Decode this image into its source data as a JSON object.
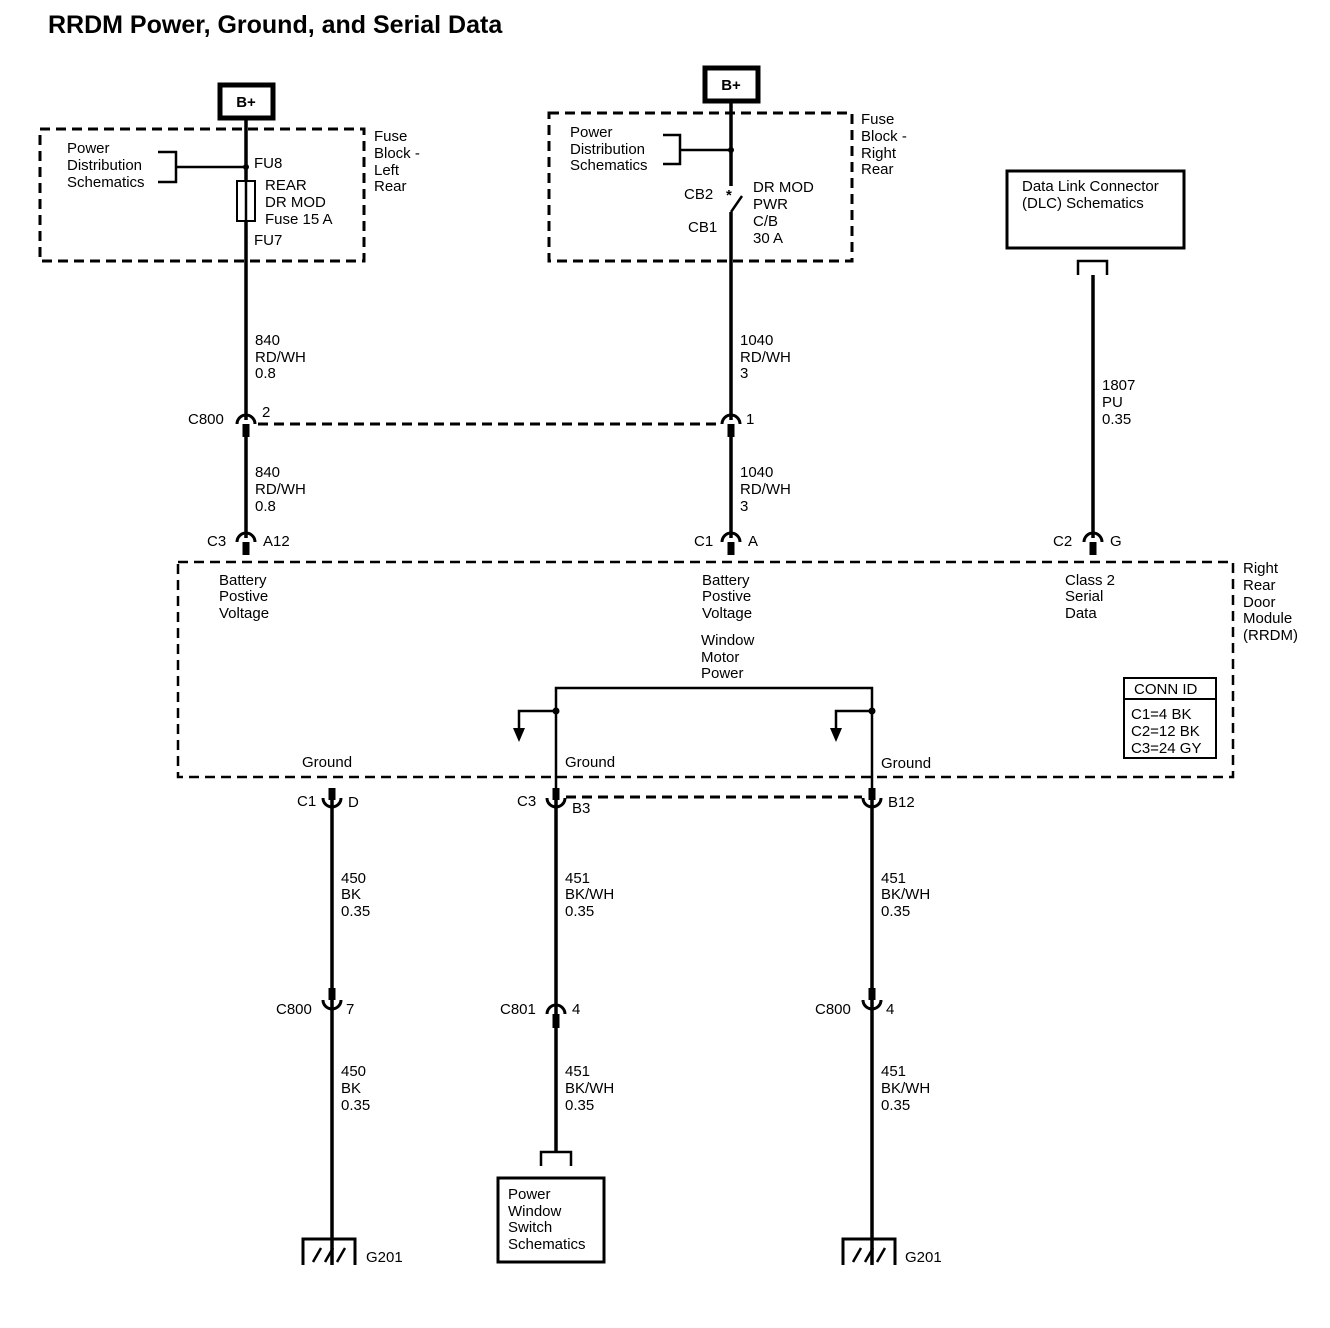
{
  "title": "RRDM Power, Ground, and Serial Data",
  "b_plus": "B+",
  "fuse_block_left": {
    "label": [
      "Fuse",
      "Block -",
      "Left",
      "Rear"
    ],
    "ref": [
      "Power",
      "Distribution",
      "Schematics"
    ],
    "fu8": "FU8",
    "fuse": [
      "REAR",
      "DR MOD",
      "Fuse 15 A"
    ],
    "fu7": "FU7"
  },
  "fuse_block_right": {
    "label": [
      "Fuse",
      "Block -",
      "Right",
      "Rear"
    ],
    "ref": [
      "Power",
      "Distribution",
      "Schematics"
    ],
    "cb2": "CB2",
    "cb1": "CB1",
    "breaker": [
      "DR MOD",
      "PWR",
      "C/B",
      "30 A"
    ]
  },
  "dlc": [
    "Data Link Connector",
    "(DLC) Schematics"
  ],
  "wires": {
    "w840_upper": [
      "840",
      "RD/WH",
      "0.8"
    ],
    "w840_lower": [
      "840",
      "RD/WH",
      "0.8"
    ],
    "w1040_upper": [
      "1040",
      "RD/WH",
      "3"
    ],
    "w1040_lower": [
      "1040",
      "RD/WH",
      "3"
    ],
    "w1807": [
      "1807",
      "PU",
      "0.35"
    ],
    "w450_upper": [
      "450",
      "BK",
      "0.35"
    ],
    "w450_lower": [
      "450",
      "BK",
      "0.35"
    ],
    "w451_mid_upper": [
      "451",
      "BK/WH",
      "0.35"
    ],
    "w451_mid_lower": [
      "451",
      "BK/WH",
      "0.35"
    ],
    "w451_right_upper": [
      "451",
      "BK/WH",
      "0.35"
    ],
    "w451_right_lower": [
      "451",
      "BK/WH",
      "0.35"
    ]
  },
  "connectors": {
    "c800_top": {
      "name": "C800",
      "pin_left": "2",
      "pin_right": "1"
    },
    "c3_a12": {
      "name": "C3",
      "pin": "A12"
    },
    "c1_a": {
      "name": "C1",
      "pin": "A"
    },
    "c2_g": {
      "name": "C2",
      "pin": "G"
    },
    "c1_d": {
      "name": "C1",
      "pin": "D"
    },
    "c3_b3": {
      "name": "C3",
      "pin": "B3"
    },
    "b12": {
      "pin": "B12"
    },
    "c800_7": {
      "name": "C800",
      "pin": "7"
    },
    "c801_4": {
      "name": "C801",
      "pin": "4"
    },
    "c800_4": {
      "name": "C800",
      "pin": "4"
    }
  },
  "module": {
    "name": [
      "Right",
      "Rear",
      "Door",
      "Module",
      "(RRDM)"
    ],
    "battery_left": [
      "Battery",
      "Postive",
      "Voltage"
    ],
    "battery_mid": [
      "Battery",
      "Postive",
      "Voltage"
    ],
    "serial": [
      "Class 2",
      "Serial",
      "Data"
    ],
    "window_motor": [
      "Window",
      "Motor",
      "Power"
    ],
    "ground_left": "Ground",
    "ground_mid": "Ground",
    "ground_right": "Ground",
    "conn_id_title": "CONN ID",
    "conn_id": [
      "C1=4 BK",
      "C2=12 BK",
      "C3=24 GY"
    ]
  },
  "power_window_ref": [
    "Power",
    "Window",
    "Switch",
    "Schematics"
  ],
  "grounds": {
    "left": "G201",
    "right": "G201"
  }
}
